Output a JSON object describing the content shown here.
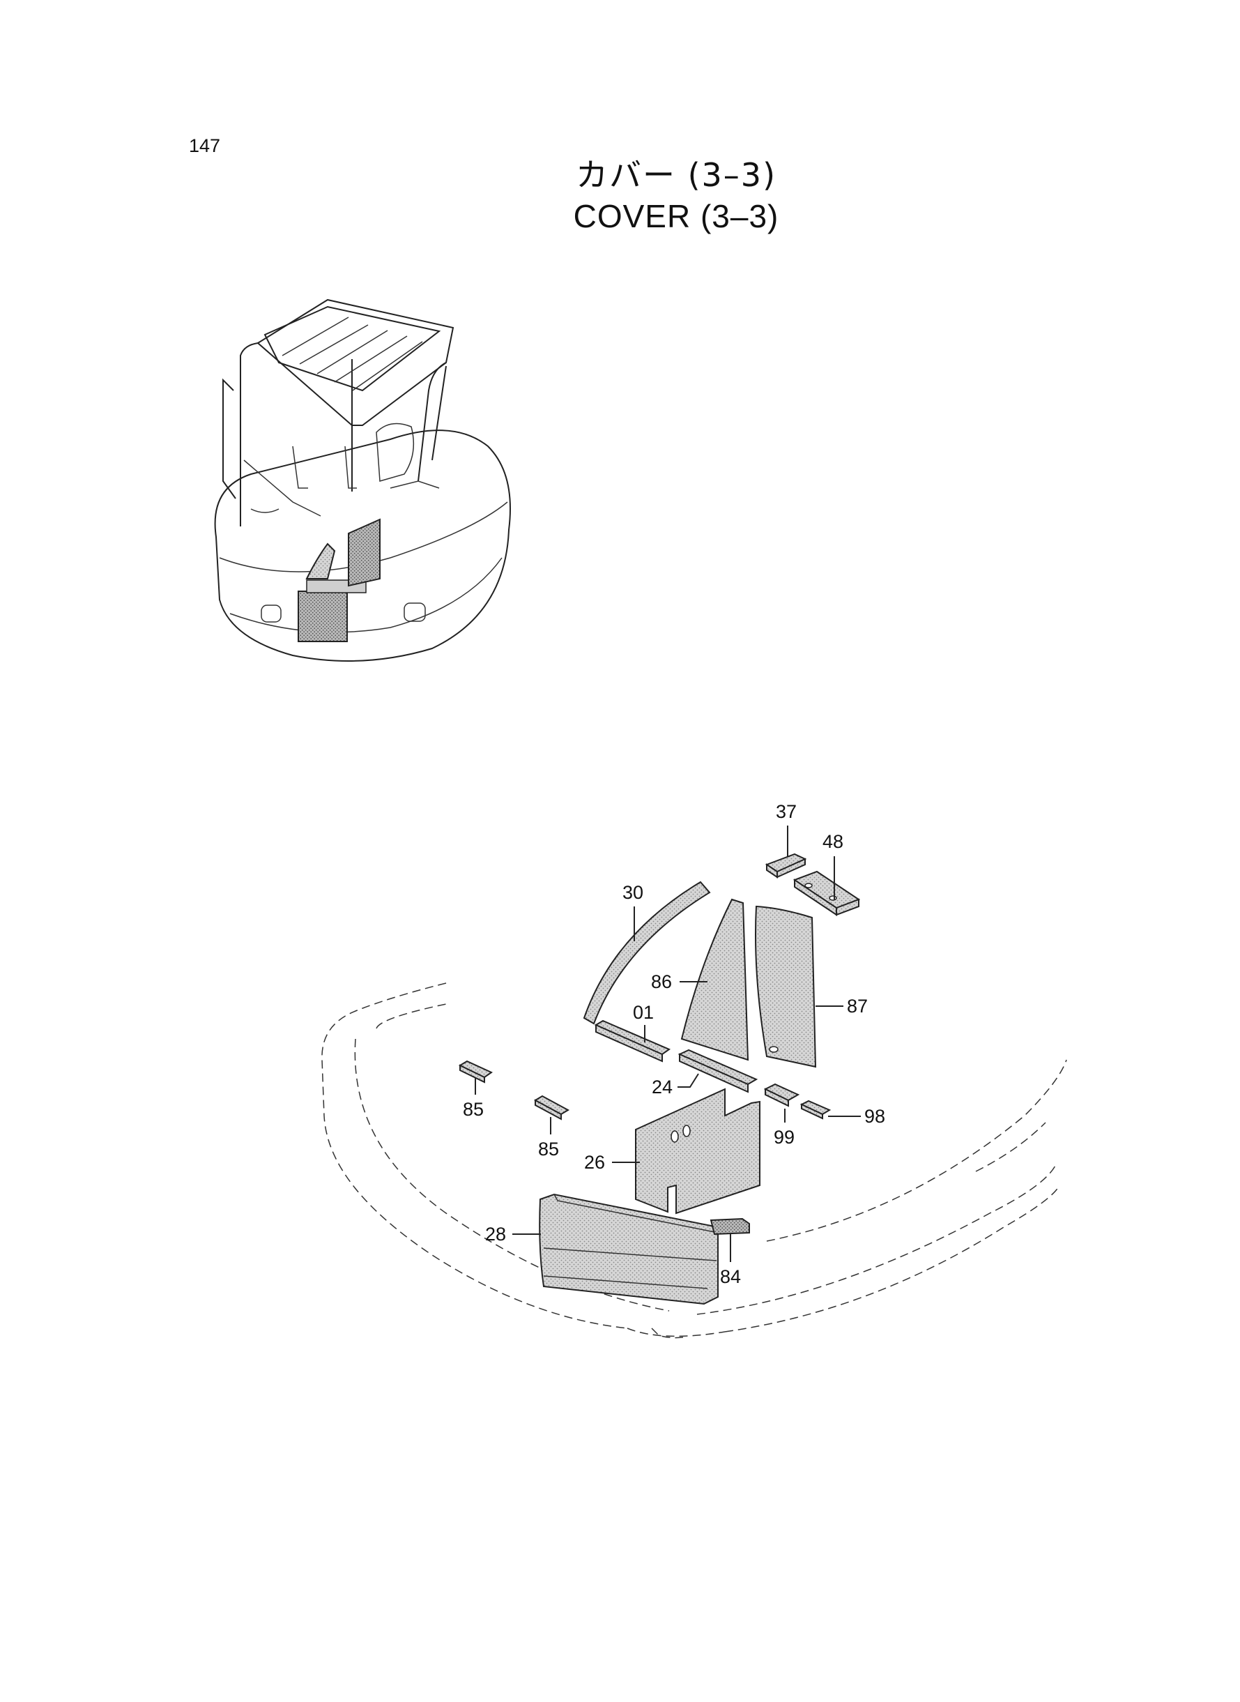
{
  "page_number": "147",
  "title_jp": "カバー (3–3)",
  "title_en": "COVER (3–3)",
  "callouts": [
    {
      "id": "37",
      "label": "37"
    },
    {
      "id": "48",
      "label": "48"
    },
    {
      "id": "30",
      "label": "30"
    },
    {
      "id": "86",
      "label": "86"
    },
    {
      "id": "87",
      "label": "87"
    },
    {
      "id": "01",
      "label": "01"
    },
    {
      "id": "24",
      "label": "24"
    },
    {
      "id": "85a",
      "label": "85"
    },
    {
      "id": "85b",
      "label": "85"
    },
    {
      "id": "99",
      "label": "99"
    },
    {
      "id": "98",
      "label": "98"
    },
    {
      "id": "26",
      "label": "26"
    },
    {
      "id": "28",
      "label": "28"
    },
    {
      "id": "84",
      "label": "84"
    }
  ]
}
